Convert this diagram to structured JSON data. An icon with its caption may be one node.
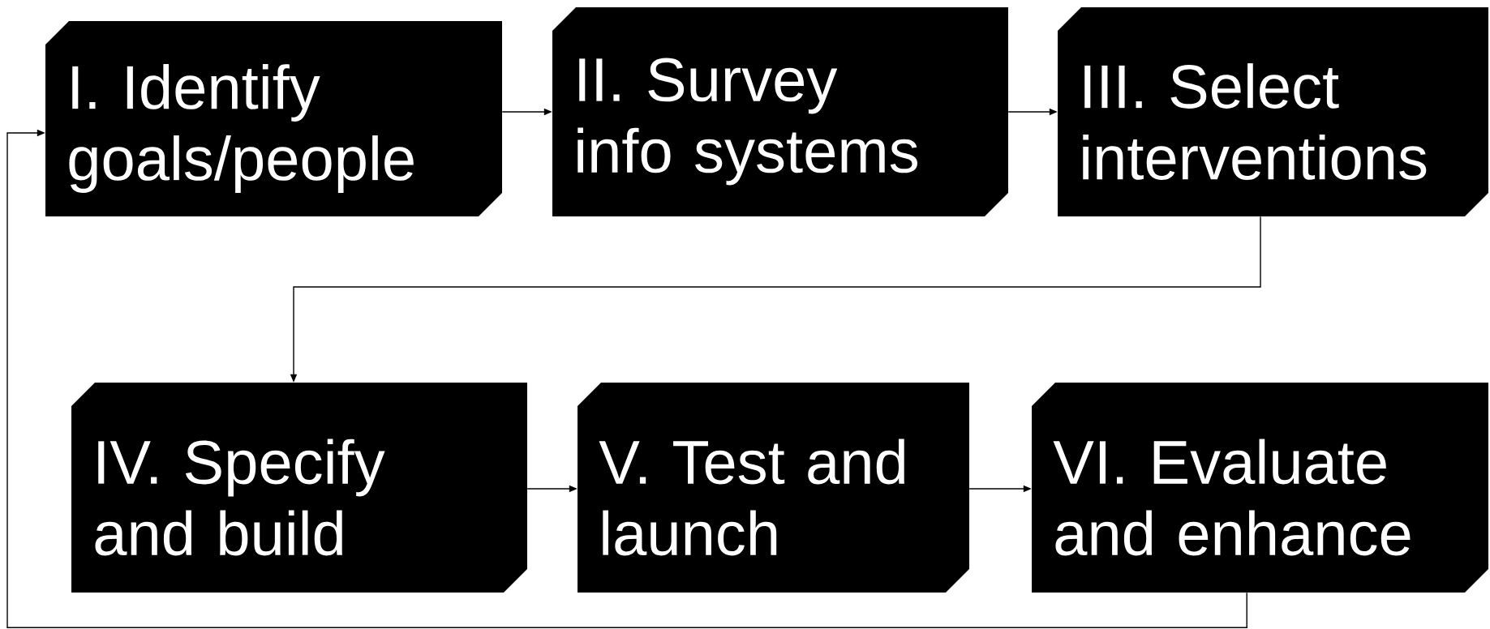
{
  "diagram": {
    "nodes": [
      {
        "text": [
          "I. Identify goals/people"
        ]
      },
      {
        "text": [
          "II. Survey info systems"
        ]
      },
      {
        "text": [
          "III. Select interventions"
        ]
      },
      {
        "text": [
          "IV. Specify and build"
        ]
      },
      {
        "text": [
          "V. Test and launch"
        ]
      },
      {
        "text": [
          "VI. Evaluate and enhance"
        ]
      }
    ],
    "edges": [
      {
        "from": 0,
        "to": 1,
        "arrow": "to"
      },
      {
        "from": 1,
        "to": 2,
        "arrow": "to"
      },
      {
        "from": 2,
        "to": 3,
        "arrow": "to"
      },
      {
        "from": 3,
        "to": 4,
        "arrow": "to"
      },
      {
        "from": 4,
        "to": 5,
        "arrow": "to"
      },
      {
        "from": 5,
        "to": 0,
        "arrow": "to"
      }
    ]
  }
}
